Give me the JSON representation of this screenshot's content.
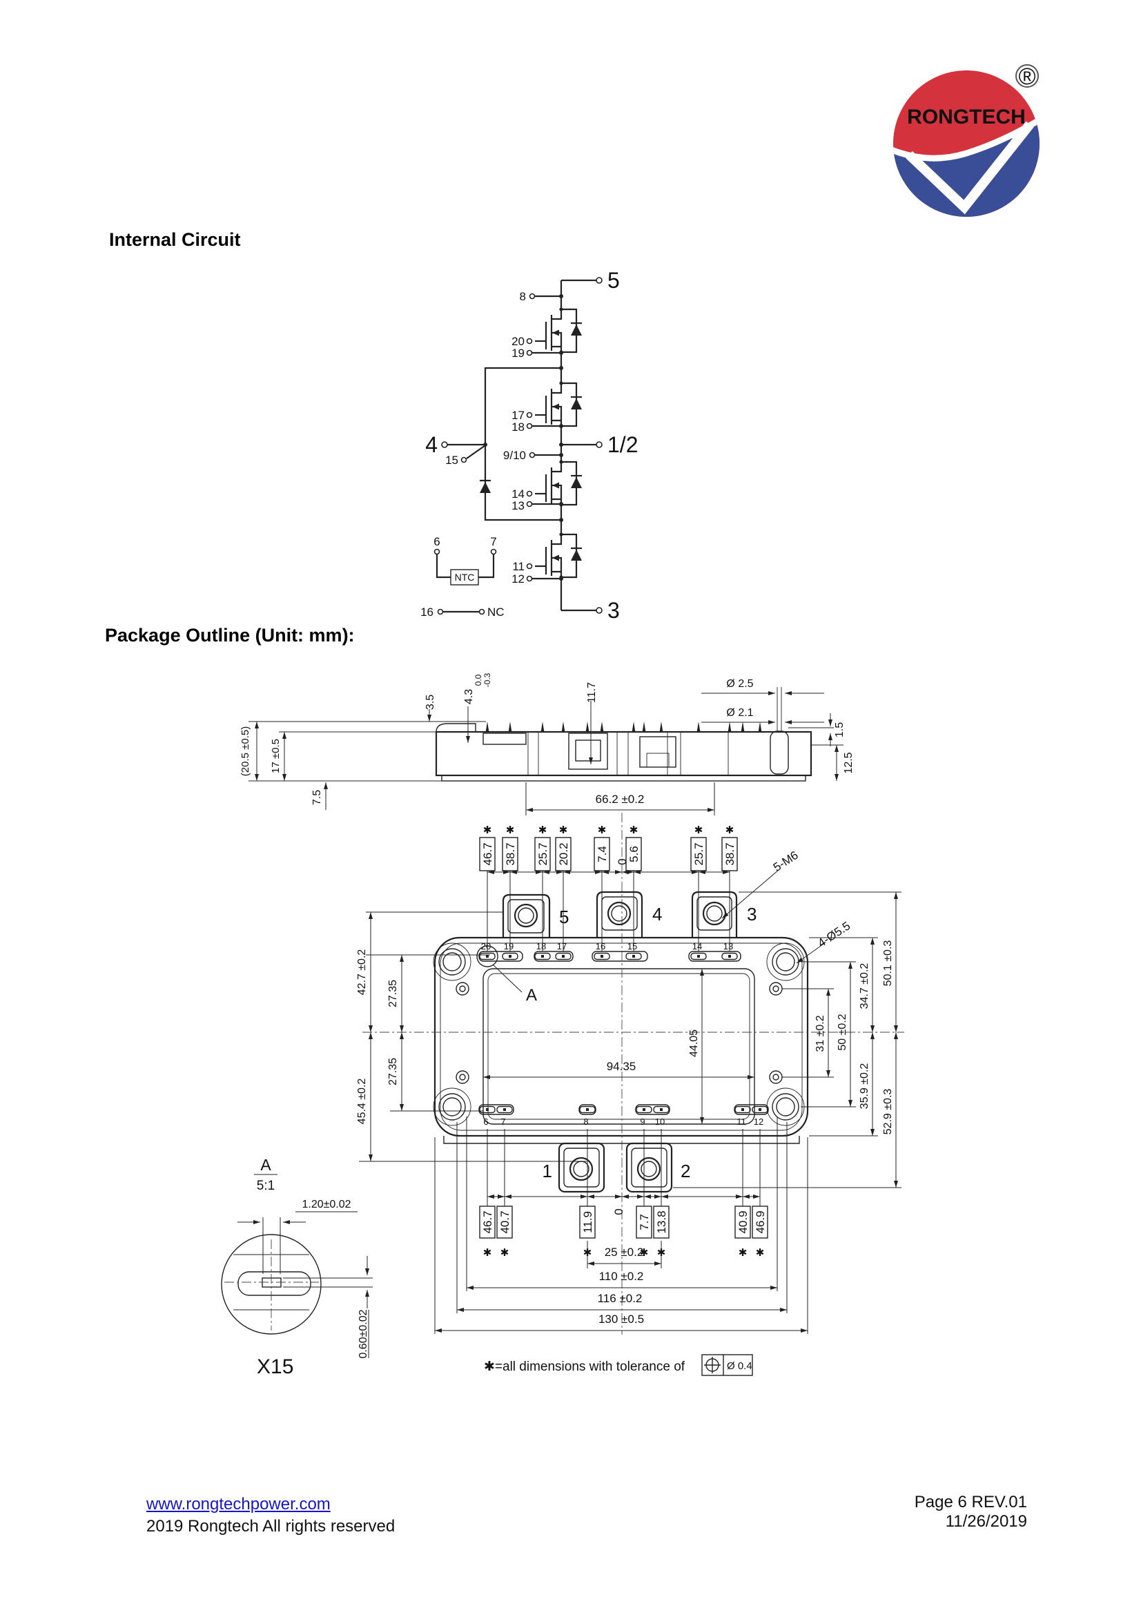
{
  "logo": {
    "name": "RONGTECH",
    "reg": "®",
    "red": "#d4323c",
    "blue": "#3a4e97"
  },
  "headings": {
    "internal_circuit": "Internal Circuit",
    "package_outline": "Package Outline (Unit: mm):"
  },
  "circuit": {
    "terminals": {
      "t5": "5",
      "t4": "4",
      "t12": "1/2",
      "t3": "3"
    },
    "pins": {
      "p8": "8",
      "p20": "20",
      "p19": "19",
      "p17": "17",
      "p18": "18",
      "p15": "15",
      "p910": "9/10",
      "p14": "14",
      "p13": "13",
      "p11": "11",
      "p12": "12",
      "p6": "6",
      "p7": "7",
      "p16": "16"
    },
    "labels": {
      "ntc": "NTC",
      "nc": "NC"
    }
  },
  "pkg": {
    "star": "✱",
    "side": {
      "d35": "3.5",
      "d43": "4.3",
      "tol_hi": "0.0",
      "tol_lo": "-0.3",
      "d117": "11.7",
      "dia25": "Ø 2.5",
      "dia21": "Ø 2.1",
      "d15": "1.5",
      "d125": "12.5",
      "d205": "(20.5 ±0.5)",
      "d17": "17 ±0.5",
      "d75": "7.5",
      "d662": "66.2  ±0.2"
    },
    "top_boxed": [
      "46.7",
      "38.7",
      "25.7",
      "20.2",
      "7.4",
      "5.6",
      "25.7",
      "38.7"
    ],
    "zero": "0",
    "pins_top": [
      "20",
      "19",
      "18",
      "17",
      "16",
      "15",
      "14",
      "13"
    ],
    "pins_bottom": [
      "6",
      "7",
      "8",
      "9",
      "10",
      "11",
      "12"
    ],
    "terminals_top": [
      "5",
      "4",
      "3"
    ],
    "terminals_bottom": [
      "1",
      "2"
    ],
    "screw_label": "5-M6",
    "hole_label": "4-Ø5.5",
    "left_dims": [
      "42.7  ±0.2",
      "27.35",
      "27.35",
      "45.4  ±0.2"
    ],
    "right_dims": {
      "d4405": "44.05",
      "d9435": "94.35",
      "d31": "31 ±0.2",
      "d50": "50 ±0.2",
      "d347": "34.7  ±0.2",
      "d359": "35.9  ±0.2",
      "d501": "50.1  ±0.3",
      "d529": "52.9  ±0.3"
    },
    "bottom_boxed": [
      "46.7",
      "40.7",
      "11.9",
      "7.7",
      "13.8",
      "40.9",
      "46.9"
    ],
    "bottom_dims": [
      "25  ±0.2",
      "110  ±0.2",
      "116 ±0.2",
      "130  ±0.5"
    ],
    "detail": {
      "a": "A",
      "scale": "5:1",
      "w": "1.20±0.02",
      "t": "0.60±0.02",
      "x15": "X15"
    },
    "footnote": {
      "pre": "✱=all dimensions with tolerance of",
      "dia": "Ø 0.4"
    }
  },
  "footer": {
    "url": "www.rongtechpower.com",
    "copyright": "2019 Rongtech All rights reserved",
    "page": "Page 6  REV.01",
    "date": "11/26/2019"
  }
}
